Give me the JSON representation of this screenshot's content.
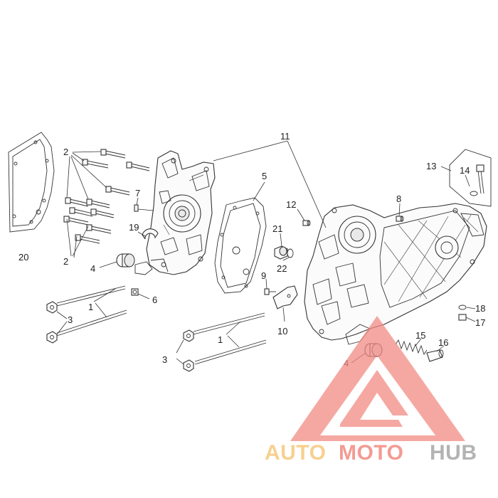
{
  "callouts": {
    "c1a": "1",
    "c1b": "1",
    "c2a": "2",
    "c2b": "2",
    "c3a": "3",
    "c3b": "3",
    "c4a": "4",
    "c4b": "4",
    "c5": "5",
    "c6": "6",
    "c7": "7",
    "c8": "8",
    "c9": "9",
    "c10": "10",
    "c11": "11",
    "c12": "12",
    "c13": "13",
    "c14": "14",
    "c15": "15",
    "c16": "16",
    "c17": "17",
    "c18": "18",
    "c19": "19",
    "c20": "20",
    "c21": "21",
    "c22": "22"
  },
  "watermark": {
    "auto": "AUTO",
    "moto": "MOTO",
    "hub": "HUB",
    "colors": {
      "auto": "#f5c16a",
      "moto": "#f07a70",
      "hub": "#9a9a9a",
      "triangle": "#f28b84"
    }
  }
}
